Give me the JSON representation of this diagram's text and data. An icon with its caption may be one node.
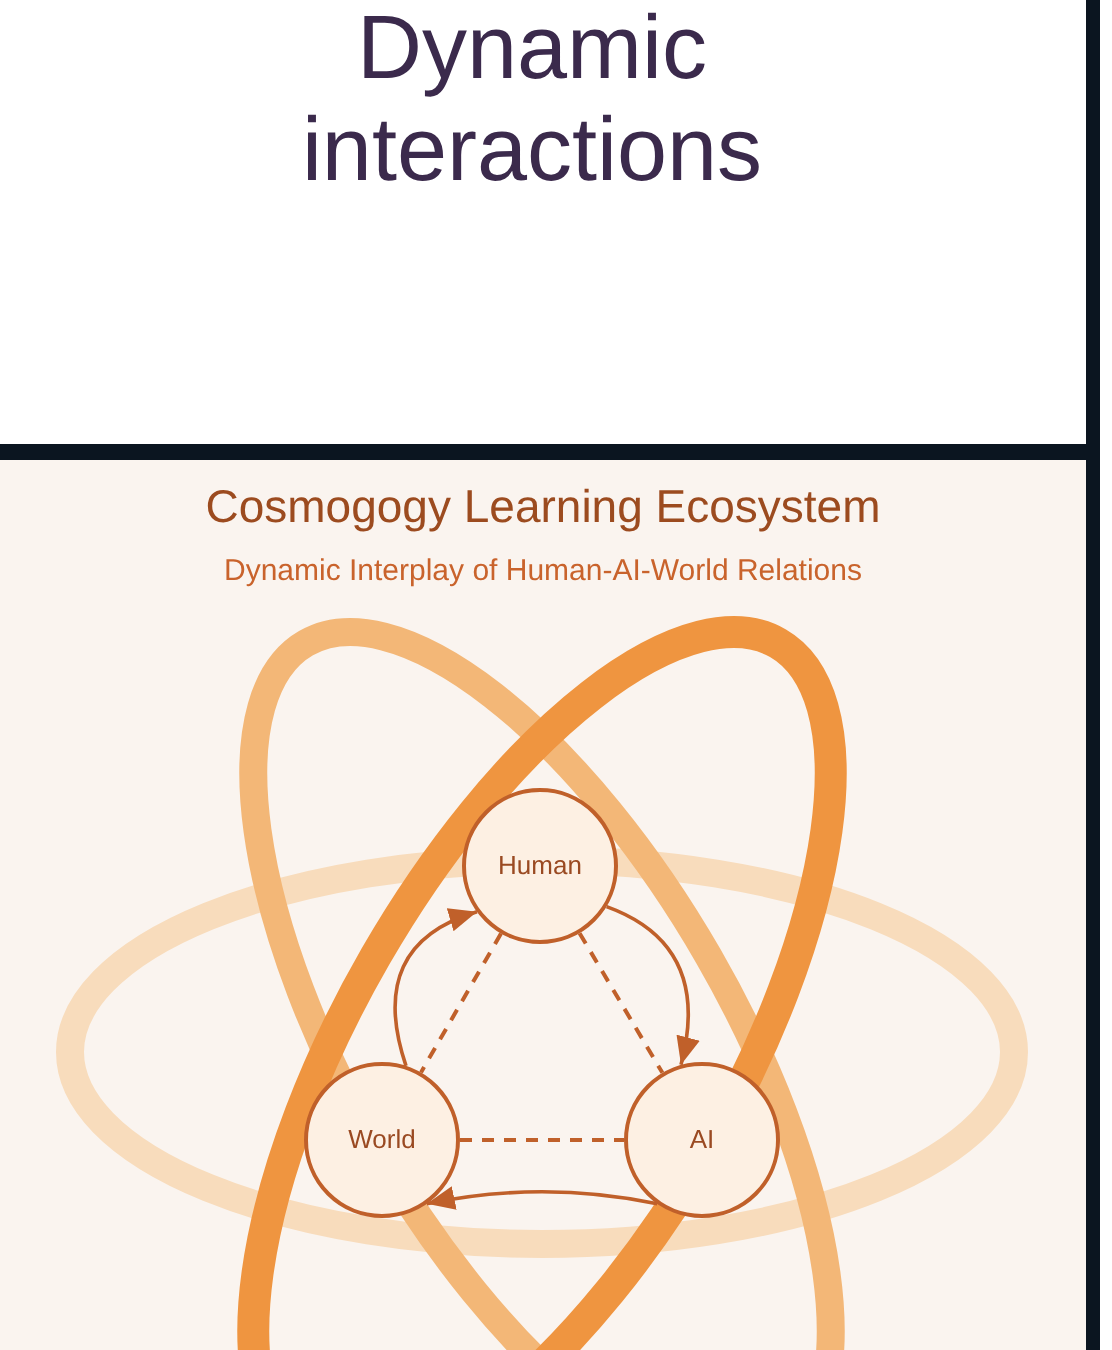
{
  "diagram": {
    "title": "Dynamic interactions",
    "nodes": [
      {
        "text": [
          "Cosmogogy Learning Ecosystem",
          "Dynamic Interplay of Human-AI-World Relations"
        ]
      },
      {
        "text": [
          "Human"
        ],
        "in": 0
      },
      {
        "text": [
          "World"
        ],
        "in": 0
      },
      {
        "text": [
          "AI"
        ],
        "in": 0
      }
    ],
    "edges": [
      {
        "from": 2,
        "to": 1,
        "arrow": "to"
      },
      {
        "from": 1,
        "to": 3,
        "arrow": "to"
      },
      {
        "from": 3,
        "to": 2,
        "arrow": "to"
      },
      {
        "from": 1,
        "to": 2,
        "arrow": "none",
        "style": "dashed"
      },
      {
        "from": 1,
        "to": 3,
        "arrow": "none",
        "style": "dashed"
      },
      {
        "from": 2,
        "to": 3,
        "arrow": "none",
        "style": "dashed"
      }
    ]
  }
}
